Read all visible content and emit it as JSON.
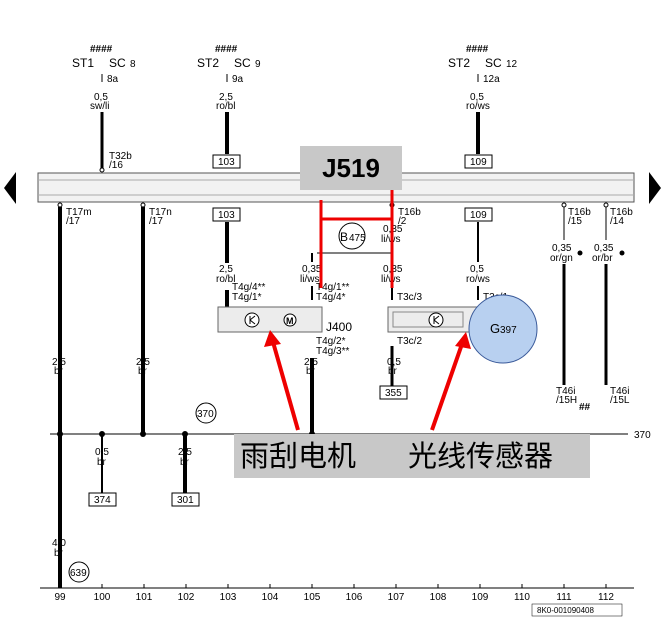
{
  "diagram": {
    "headers": [
      {
        "hash": "####",
        "st": "ST1",
        "sc": "SC",
        "sc_sub": "8",
        "pin": "8a",
        "size": "0,5",
        "color": "sw/li"
      },
      {
        "hash": "####",
        "st": "ST2",
        "sc": "SC",
        "sc_sub": "9",
        "pin": "9a",
        "size": "2,5",
        "color": "ro/bl"
      },
      {
        "hash": "####",
        "st": "ST2",
        "sc": "SC",
        "sc_sub": "12",
        "pin": "12a",
        "size": "0,5",
        "color": "ro/ws"
      }
    ],
    "t32b": "T32b",
    "t32b_pin": "/16",
    "boxes": {
      "b103a": "103",
      "b103b": "103",
      "b109a": "109",
      "b109b": "109",
      "b355": "355",
      "b374": "374",
      "b301": "301"
    },
    "connectors": {
      "t17m": "T17m",
      "t17m_pin": "/17",
      "t17n": "T17n",
      "t17n_pin": "/17",
      "t16b_2": "T16b",
      "t16b_2_pin": "/2",
      "t16b_15": "T16b",
      "t16b_15_pin": "/15",
      "t16b_14": "T16b",
      "t16b_14_pin": "/14"
    },
    "b475": "B",
    "b475_sub": "475",
    "wires": {
      "w_lbr1": {
        "size": "2,5",
        "color": "br"
      },
      "w_lbr2": {
        "size": "2,5",
        "color": "br"
      },
      "w_103": {
        "size": "2,5",
        "color": "ro/bl"
      },
      "w_liws": {
        "size": "0,35",
        "color": "li/ws"
      },
      "w_107a": {
        "size": "0,35",
        "color": "li/ws"
      },
      "w_107b": {
        "size": "0,35",
        "color": "li/ws"
      },
      "w_109": {
        "size": "0,5",
        "color": "ro/ws"
      },
      "w_orgn": {
        "size": "0,35",
        "color": "or/gn"
      },
      "w_orbr": {
        "size": "0,35",
        "color": "or/br"
      },
      "w_105": {
        "size": "2,5",
        "color": "br"
      },
      "w_107c": {
        "size": "0,5",
        "color": "br"
      },
      "w_374": {
        "size": "0,5",
        "color": "br"
      },
      "w_301": {
        "size": "2,5",
        "color": "br"
      },
      "w_main": {
        "size": "4,0",
        "color": "br"
      }
    },
    "pins": {
      "t4g4": "T4g/4**",
      "t4g1": "T4g/1*",
      "t4g1b": "T4g/1**",
      "t4g4b": "T4g/4*",
      "t4g2": "T4g/2*",
      "t4g3": "T4g/3**",
      "t3c3": "T3c/3",
      "t3c1": "T3c/1",
      "t3c2": "T3c/2"
    },
    "j400": "J400",
    "g397": "G",
    "g397_sub": "397",
    "t46i_h": "T46i",
    "t46i_h_pin": "/15H",
    "t46i_l": "T46i",
    "t46i_l_pin": "/15L",
    "hash_small": "##",
    "ref370": "370",
    "ref370_right": "370",
    "ref639": "639",
    "axis_numbers": [
      "99",
      "100",
      "101",
      "102",
      "103",
      "104",
      "105",
      "106",
      "107",
      "108",
      "109",
      "110",
      "111",
      "112"
    ],
    "doc_id": "8K0-001090408"
  },
  "overlay": {
    "j519_label": "J519",
    "wiper_motor_label": "雨刮电机",
    "light_sensor_label": "光线传感器",
    "accent_red": "#ee0000",
    "sensor_fill": "#b8d0f0"
  }
}
